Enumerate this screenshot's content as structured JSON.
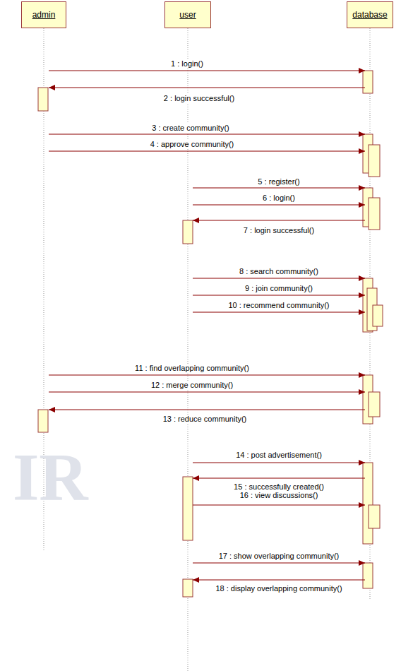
{
  "diagram": {
    "nodes": [
      {
        "text": [
          "admin"
        ]
      },
      {
        "text": [
          "user"
        ]
      },
      {
        "text": [
          "database"
        ]
      }
    ],
    "edges": [
      {
        "from": 0,
        "to": 2,
        "arrow": "to",
        "label": "1 : login()"
      },
      {
        "from": 2,
        "to": 0,
        "arrow": "to",
        "label": "2 : login successful()"
      },
      {
        "from": 0,
        "to": 2,
        "arrow": "to",
        "label": "3 : create community()"
      },
      {
        "from": 0,
        "to": 2,
        "arrow": "to",
        "label": "4 : approve community()"
      },
      {
        "from": 1,
        "to": 2,
        "arrow": "to",
        "label": "5 : register()"
      },
      {
        "from": 1,
        "to": 2,
        "arrow": "to",
        "label": "6 : login()"
      },
      {
        "from": 2,
        "to": 1,
        "arrow": "to",
        "label": "7 : login successful()"
      },
      {
        "from": 1,
        "to": 2,
        "arrow": "to",
        "label": "8 : search community()"
      },
      {
        "from": 1,
        "to": 2,
        "arrow": "to",
        "label": "9 : join community()"
      },
      {
        "from": 1,
        "to": 2,
        "arrow": "to",
        "label": "10 : recommend community()"
      },
      {
        "from": 0,
        "to": 2,
        "arrow": "to",
        "label": "11 : find overlapping community()"
      },
      {
        "from": 0,
        "to": 2,
        "arrow": "to",
        "label": "12 : merge community()"
      },
      {
        "from": 2,
        "to": 0,
        "arrow": "to",
        "label": "13 : reduce community()"
      },
      {
        "from": 1,
        "to": 2,
        "arrow": "to",
        "label": "14 : post  advertisement()"
      },
      {
        "from": 2,
        "to": 1,
        "arrow": "to",
        "label": "15 : successfully created()"
      },
      {
        "from": 1,
        "to": 2,
        "arrow": "to",
        "label": "16 : view discussions()"
      },
      {
        "from": 1,
        "to": 2,
        "arrow": "to",
        "label": "17 : show overlapping community()"
      },
      {
        "from": 2,
        "to": 1,
        "arrow": "to",
        "label": "18 : display overlapping community()"
      }
    ],
    "labels": [
      "IR"
    ]
  }
}
